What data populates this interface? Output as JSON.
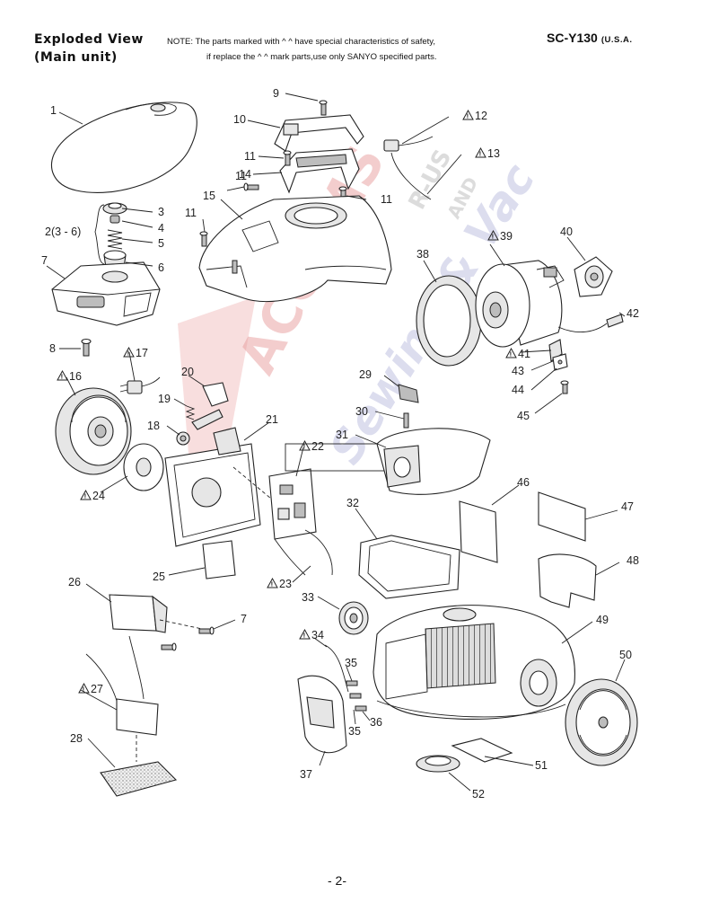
{
  "header": {
    "title_line1": "Exploded View",
    "title_line2": "(Main unit)",
    "note_line1": "NOTE:  The parts marked with ^ ^ have special characteristics of safety,",
    "note_line2": "if replace the ^ ^ mark parts,use only SANYO specified parts.",
    "model": "SC-Y130",
    "region": "(U.S.A."
  },
  "watermark": {
    "text1": "ACCUMS",
    "text2": "R-US",
    "text3": "AND",
    "text4": "Sewing & Vac"
  },
  "parts": [
    {
      "id": "1",
      "label": "1",
      "safety": false
    },
    {
      "id": "2",
      "label": "2(3 - 6)",
      "safety": false
    },
    {
      "id": "3",
      "label": "3",
      "safety": false
    },
    {
      "id": "4",
      "label": "4",
      "safety": false
    },
    {
      "id": "5",
      "label": "5",
      "safety": false
    },
    {
      "id": "6",
      "label": "6",
      "safety": false
    },
    {
      "id": "7a",
      "label": "7",
      "safety": false
    },
    {
      "id": "7b",
      "label": "7",
      "safety": false
    },
    {
      "id": "8",
      "label": "8",
      "safety": false
    },
    {
      "id": "9",
      "label": "9",
      "safety": false
    },
    {
      "id": "10",
      "label": "10",
      "safety": false
    },
    {
      "id": "11a",
      "label": "11",
      "safety": false
    },
    {
      "id": "11b",
      "label": "11",
      "safety": false
    },
    {
      "id": "11c",
      "label": "11",
      "safety": false
    },
    {
      "id": "11d",
      "label": "11",
      "safety": false
    },
    {
      "id": "12",
      "label": "12",
      "safety": true
    },
    {
      "id": "13",
      "label": "13",
      "safety": true
    },
    {
      "id": "14",
      "label": "14",
      "safety": false
    },
    {
      "id": "15",
      "label": "15",
      "safety": false
    },
    {
      "id": "16",
      "label": "16",
      "safety": true
    },
    {
      "id": "17",
      "label": "17",
      "safety": true
    },
    {
      "id": "18",
      "label": "18",
      "safety": false
    },
    {
      "id": "19",
      "label": "19",
      "safety": false
    },
    {
      "id": "20",
      "label": "20",
      "safety": false
    },
    {
      "id": "21",
      "label": "21",
      "safety": false
    },
    {
      "id": "22",
      "label": "22",
      "safety": true
    },
    {
      "id": "23",
      "label": "23",
      "safety": true
    },
    {
      "id": "24",
      "label": "24",
      "safety": true
    },
    {
      "id": "25",
      "label": "25",
      "safety": false
    },
    {
      "id": "26",
      "label": "26",
      "safety": false
    },
    {
      "id": "27",
      "label": "27",
      "safety": true
    },
    {
      "id": "28",
      "label": "28",
      "safety": false
    },
    {
      "id": "29",
      "label": "29",
      "safety": false
    },
    {
      "id": "30",
      "label": "30",
      "safety": false
    },
    {
      "id": "31",
      "label": "31",
      "safety": false
    },
    {
      "id": "32",
      "label": "32",
      "safety": false
    },
    {
      "id": "33",
      "label": "33",
      "safety": false
    },
    {
      "id": "34",
      "label": "34",
      "safety": true
    },
    {
      "id": "35a",
      "label": "35",
      "safety": false
    },
    {
      "id": "35b",
      "label": "35",
      "safety": false
    },
    {
      "id": "36",
      "label": "36",
      "safety": false
    },
    {
      "id": "37",
      "label": "37",
      "safety": false
    },
    {
      "id": "38",
      "label": "38",
      "safety": false
    },
    {
      "id": "39",
      "label": "39",
      "safety": true
    },
    {
      "id": "40",
      "label": "40",
      "safety": false
    },
    {
      "id": "41",
      "label": "41",
      "safety": true
    },
    {
      "id": "42",
      "label": "42",
      "safety": false
    },
    {
      "id": "43",
      "label": "43",
      "safety": false
    },
    {
      "id": "44",
      "label": "44",
      "safety": false
    },
    {
      "id": "45",
      "label": "45",
      "safety": false
    },
    {
      "id": "46",
      "label": "46",
      "safety": false
    },
    {
      "id": "47",
      "label": "47",
      "safety": false
    },
    {
      "id": "48",
      "label": "48",
      "safety": false
    },
    {
      "id": "49",
      "label": "49",
      "safety": false
    },
    {
      "id": "50",
      "label": "50",
      "safety": false
    },
    {
      "id": "51",
      "label": "51",
      "safety": false
    },
    {
      "id": "52",
      "label": "52",
      "safety": false
    }
  ],
  "page_number": "- 2-"
}
